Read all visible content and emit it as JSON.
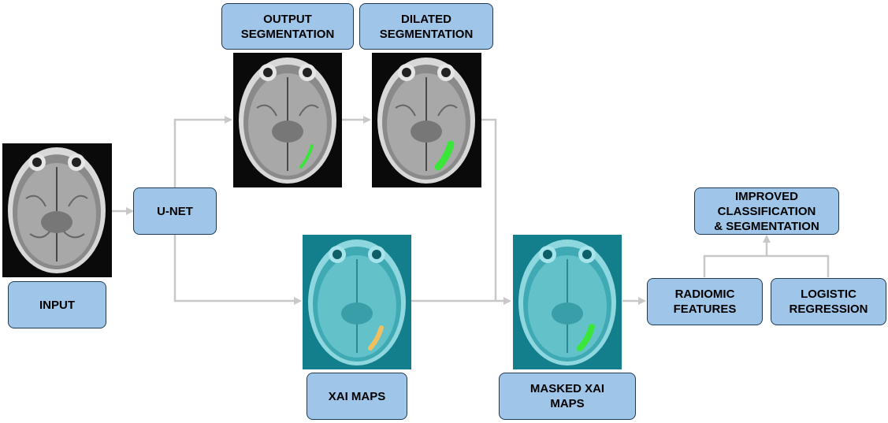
{
  "nodes": {
    "input": "INPUT",
    "unet": "U-NET",
    "output_seg": "OUTPUT\nSEGMENTATION",
    "dilated_seg": "DILATED\nSEGMENTATION",
    "xai_maps": "XAI MAPS",
    "masked_xai": "MASKED XAI\nMAPS",
    "radiomic": "RADIOMIC\nFEATURES",
    "logistic": "LOGISTIC\nREGRESSION",
    "improved": "IMPROVED\nCLASSIFICATION\n& SEGMENTATION"
  },
  "images": {
    "input_mri": "brain-mri-scan",
    "output_mri": "brain-mri-with-green-segmentation",
    "dilated_mri": "brain-mri-with-dilated-green-segmentation",
    "xai_mri": "teal-xai-heatmap-with-yellow-highlight",
    "masked_mri": "teal-masked-xai-map-with-green-highlight"
  },
  "colors": {
    "box_fill": "#9fc5e8",
    "box_border": "#1f3a55",
    "arrow": "#c8c8c8",
    "seg_green": "#39e639",
    "xai_teal": "#1a8c99",
    "xai_yellow": "#f0c060"
  }
}
